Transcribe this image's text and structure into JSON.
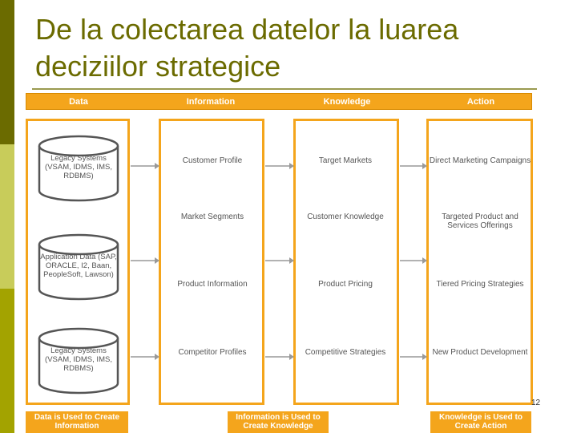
{
  "slide": {
    "title": "De la colectarea datelor la luarea deciziilor strategice",
    "page_number": "12"
  },
  "colors": {
    "accent": "#f4a51c",
    "title": "#6b6b00",
    "band_dark": "#6b6b00",
    "band_light": "#c8cc5a",
    "band_mid": "#a3a300"
  },
  "headers": {
    "data": "Data",
    "information": "Information",
    "knowledge": "Knowledge",
    "action": "Action"
  },
  "data_sources": [
    {
      "icon": "database-icon",
      "label": "Legacy Systems (VSAM, IDMS, IMS, RDBMS)"
    },
    {
      "icon": "database-icon",
      "label": "Application Data (SAP, ORACLE, I2, Baan, PeopleSoft, Lawson)"
    },
    {
      "icon": "database-icon",
      "label": "Legacy Systems (VSAM, IDMS, IMS, RDBMS)"
    }
  ],
  "information": [
    "Customer Profile",
    "Market Segments",
    "Product Information",
    "Competitor Profiles"
  ],
  "knowledge": [
    "Target Markets",
    "Customer Knowledge",
    "Product Pricing",
    "Competitive Strategies"
  ],
  "action": [
    "Direct Marketing Campaigns",
    "Targeted Product and Services Offerings",
    "Tiered Pricing Strategies",
    "New Product Development"
  ],
  "footers": {
    "data_to_information": "Data is Used to Create Information",
    "information_to_knowledge": "Information is Used to Create Knowledge",
    "knowledge_to_action": "Knowledge is Used to Create Action"
  }
}
